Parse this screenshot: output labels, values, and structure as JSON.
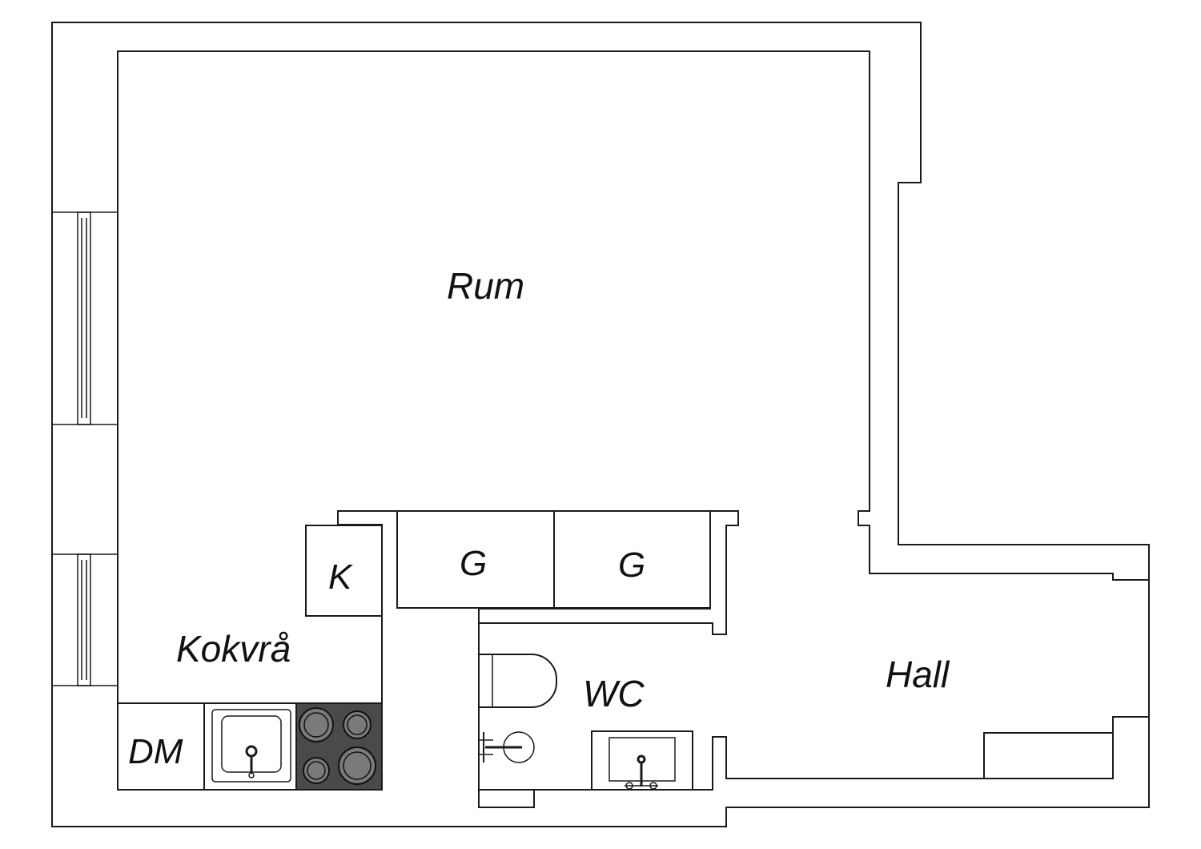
{
  "rooms": {
    "rum": "Rum",
    "kokvra": "Kokvrå",
    "hall": "Hall",
    "wc": "WC"
  },
  "fixtures": {
    "fridge": "K",
    "closet_1": "G",
    "closet_2": "G",
    "dishwasher": "DM"
  },
  "colors": {
    "line": "#1a1a1a",
    "stove": "#4a4a4a",
    "burner": "#7a7a7a"
  }
}
